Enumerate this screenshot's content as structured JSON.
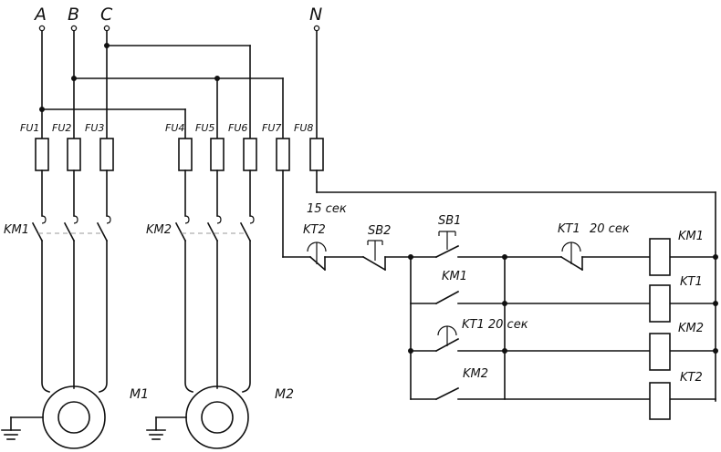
{
  "phases": {
    "a": "A",
    "b": "B",
    "c": "C",
    "n": "N"
  },
  "fuses": [
    "FU1",
    "FU2",
    "FU3",
    "FU4",
    "FU5",
    "FU6",
    "FU7",
    "FU8"
  ],
  "contactors": {
    "km1": "KM1",
    "km2": "KM2"
  },
  "motors": {
    "m1": "M1",
    "m2": "M2"
  },
  "control": {
    "kt2_delay": "15 сек",
    "kt2": "KT2",
    "sb2": "SB2",
    "sb1": "SB1",
    "km1_contact": "KM1",
    "kt1_contact": "KT1",
    "kt1_delay_top": "20 сек",
    "kt1_contact_lower": "KT1 20 сек",
    "km2_contact": "KM2"
  },
  "coils": [
    "KM1",
    "KT1",
    "KM2",
    "KT2"
  ]
}
